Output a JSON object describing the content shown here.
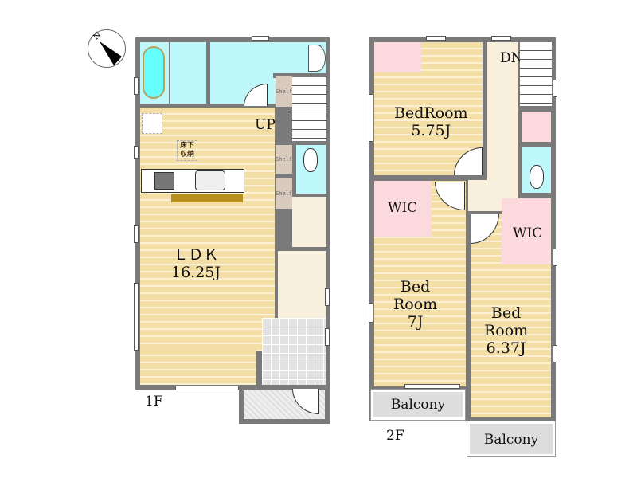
{
  "compass": {
    "label": "N"
  },
  "floor1": {
    "label": "1F",
    "rooms": {
      "ldk_name": "ＬＤＫ",
      "ldk_size": "16.25J",
      "up": "UP",
      "underfloor": "床下\n収納",
      "shelf": "Shelf"
    }
  },
  "floor2": {
    "label": "2F",
    "rooms": {
      "bedroom1_name": "BedRoom",
      "bedroom1_size": "5.75J",
      "dn": "DN",
      "wic": "WIC",
      "bed2_name": "Bed\nRoom",
      "bed2_size": "7J",
      "bed3_name": "Bed\nRoom",
      "bed3_size": "6.37J",
      "balcony": "Balcony"
    }
  },
  "colors": {
    "wall": "#7a7a7a",
    "wood": "#f3dea6",
    "water": "#bff8fb",
    "closet": "#fbd9dc"
  }
}
